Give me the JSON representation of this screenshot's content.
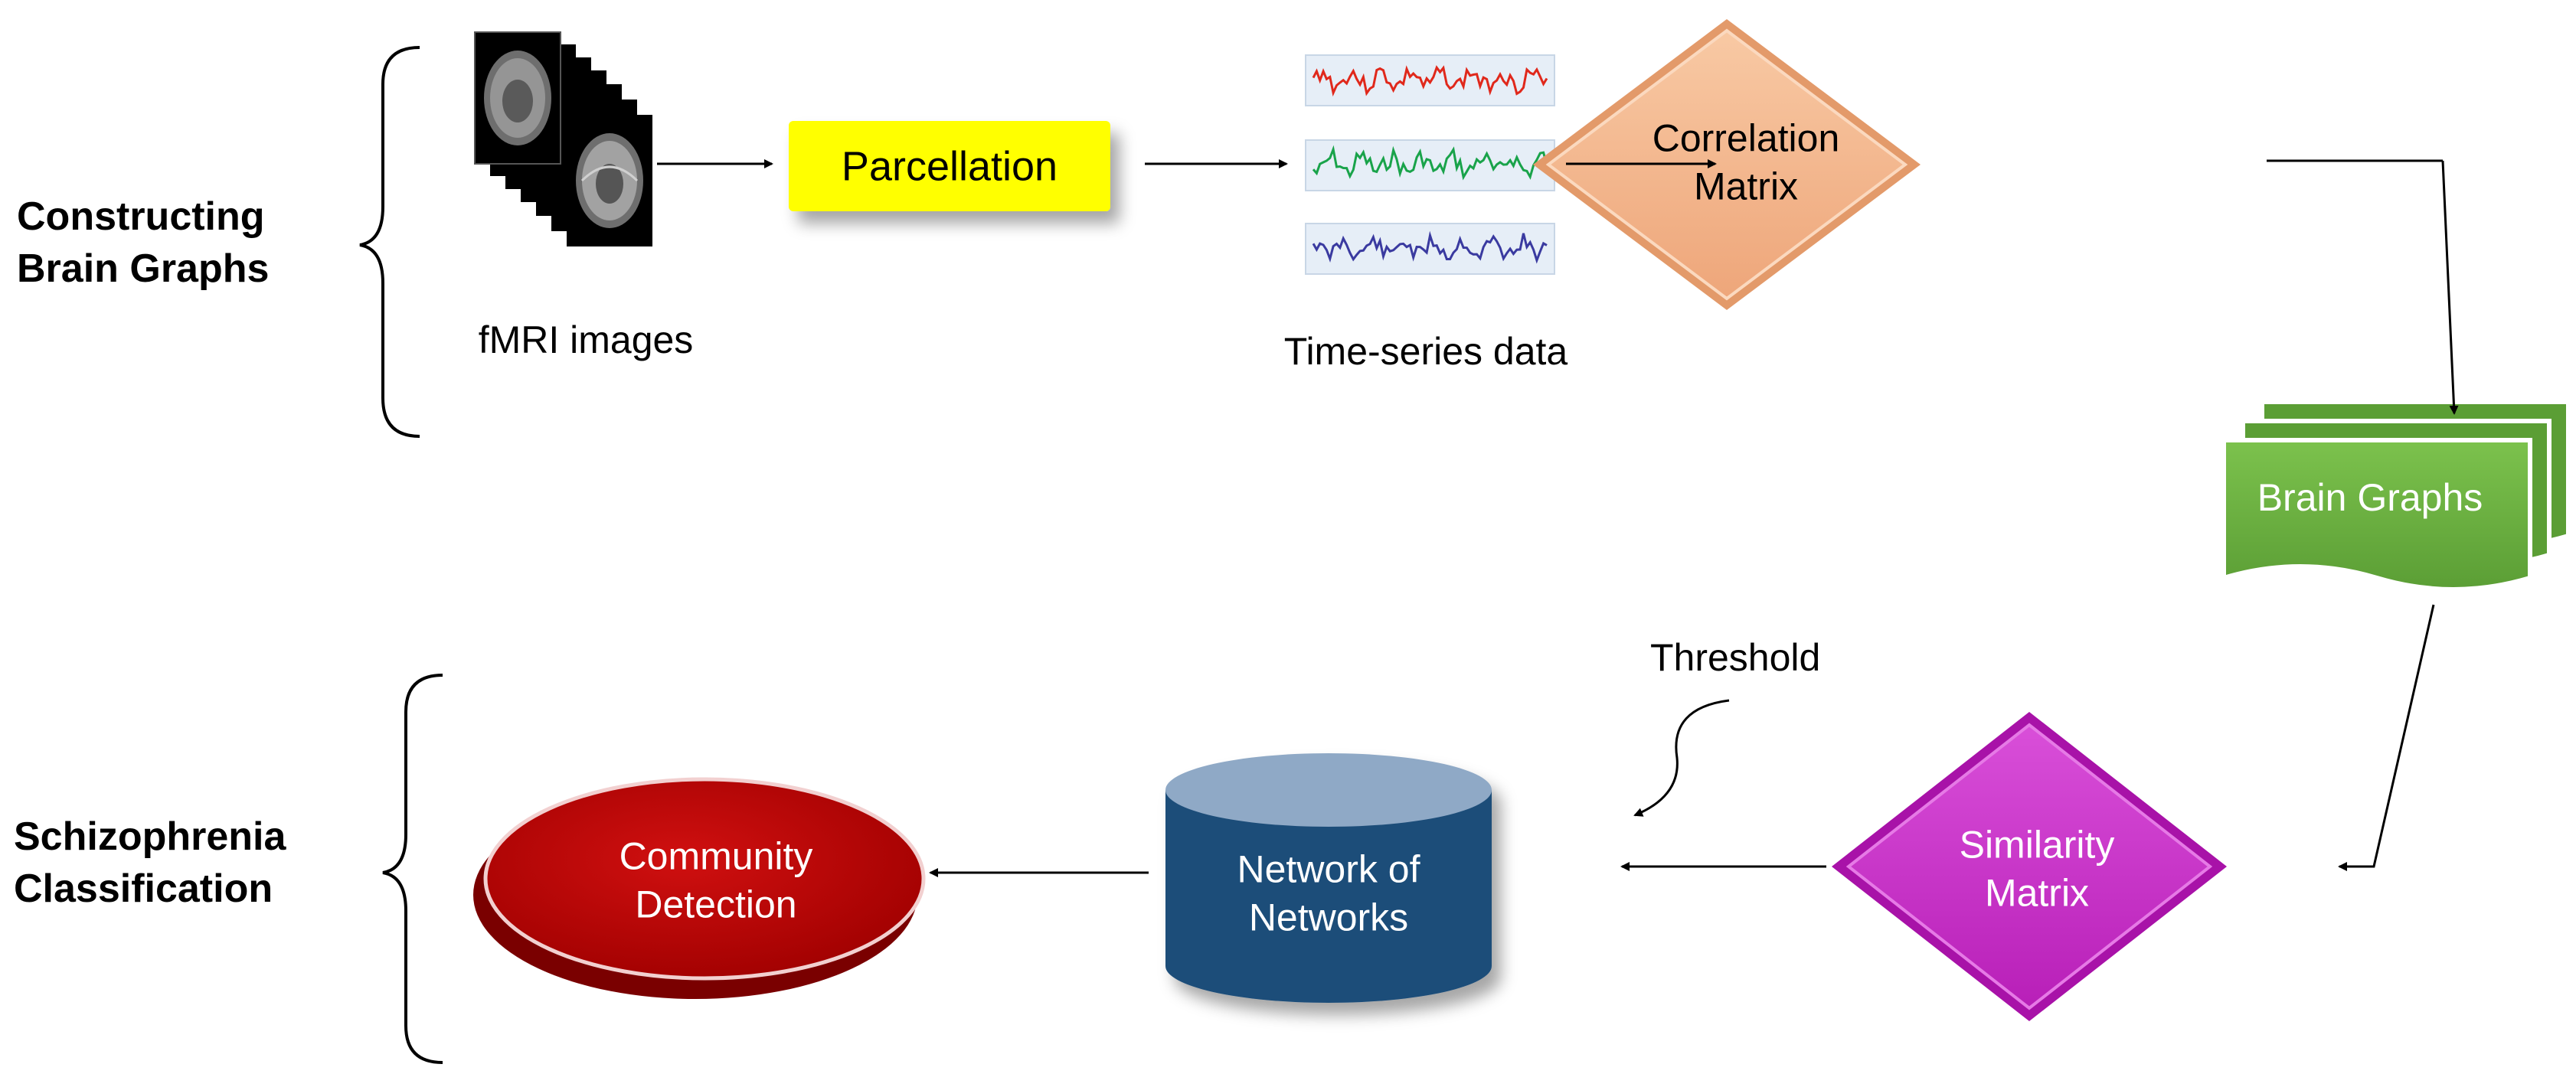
{
  "sections": {
    "constructing": "Constructing\nBrain Graphs",
    "classification": "Schizophrenia\nClassification"
  },
  "nodes": {
    "fmri_caption": "fMRI images",
    "parcellation": "Parcellation",
    "timeseries_caption": "Time-series data",
    "correlation_matrix": "Correlation\nMatrix",
    "brain_graphs": "Brain Graphs",
    "similarity_matrix": "Similarity\nMatrix",
    "network_of_networks": "Network of\nNetworks",
    "community_detection": "Community\nDetection",
    "threshold": "Threshold"
  },
  "colors": {
    "parcellation": "#ffff00",
    "correlation": "#f4b183",
    "brain_graphs": "#70ad47",
    "similarity": "#cc33cc",
    "network": "#1f4e79",
    "community": "#c00000",
    "series_red": "#e0281b",
    "series_green": "#19a34a",
    "series_blue": "#3a3aa0"
  }
}
